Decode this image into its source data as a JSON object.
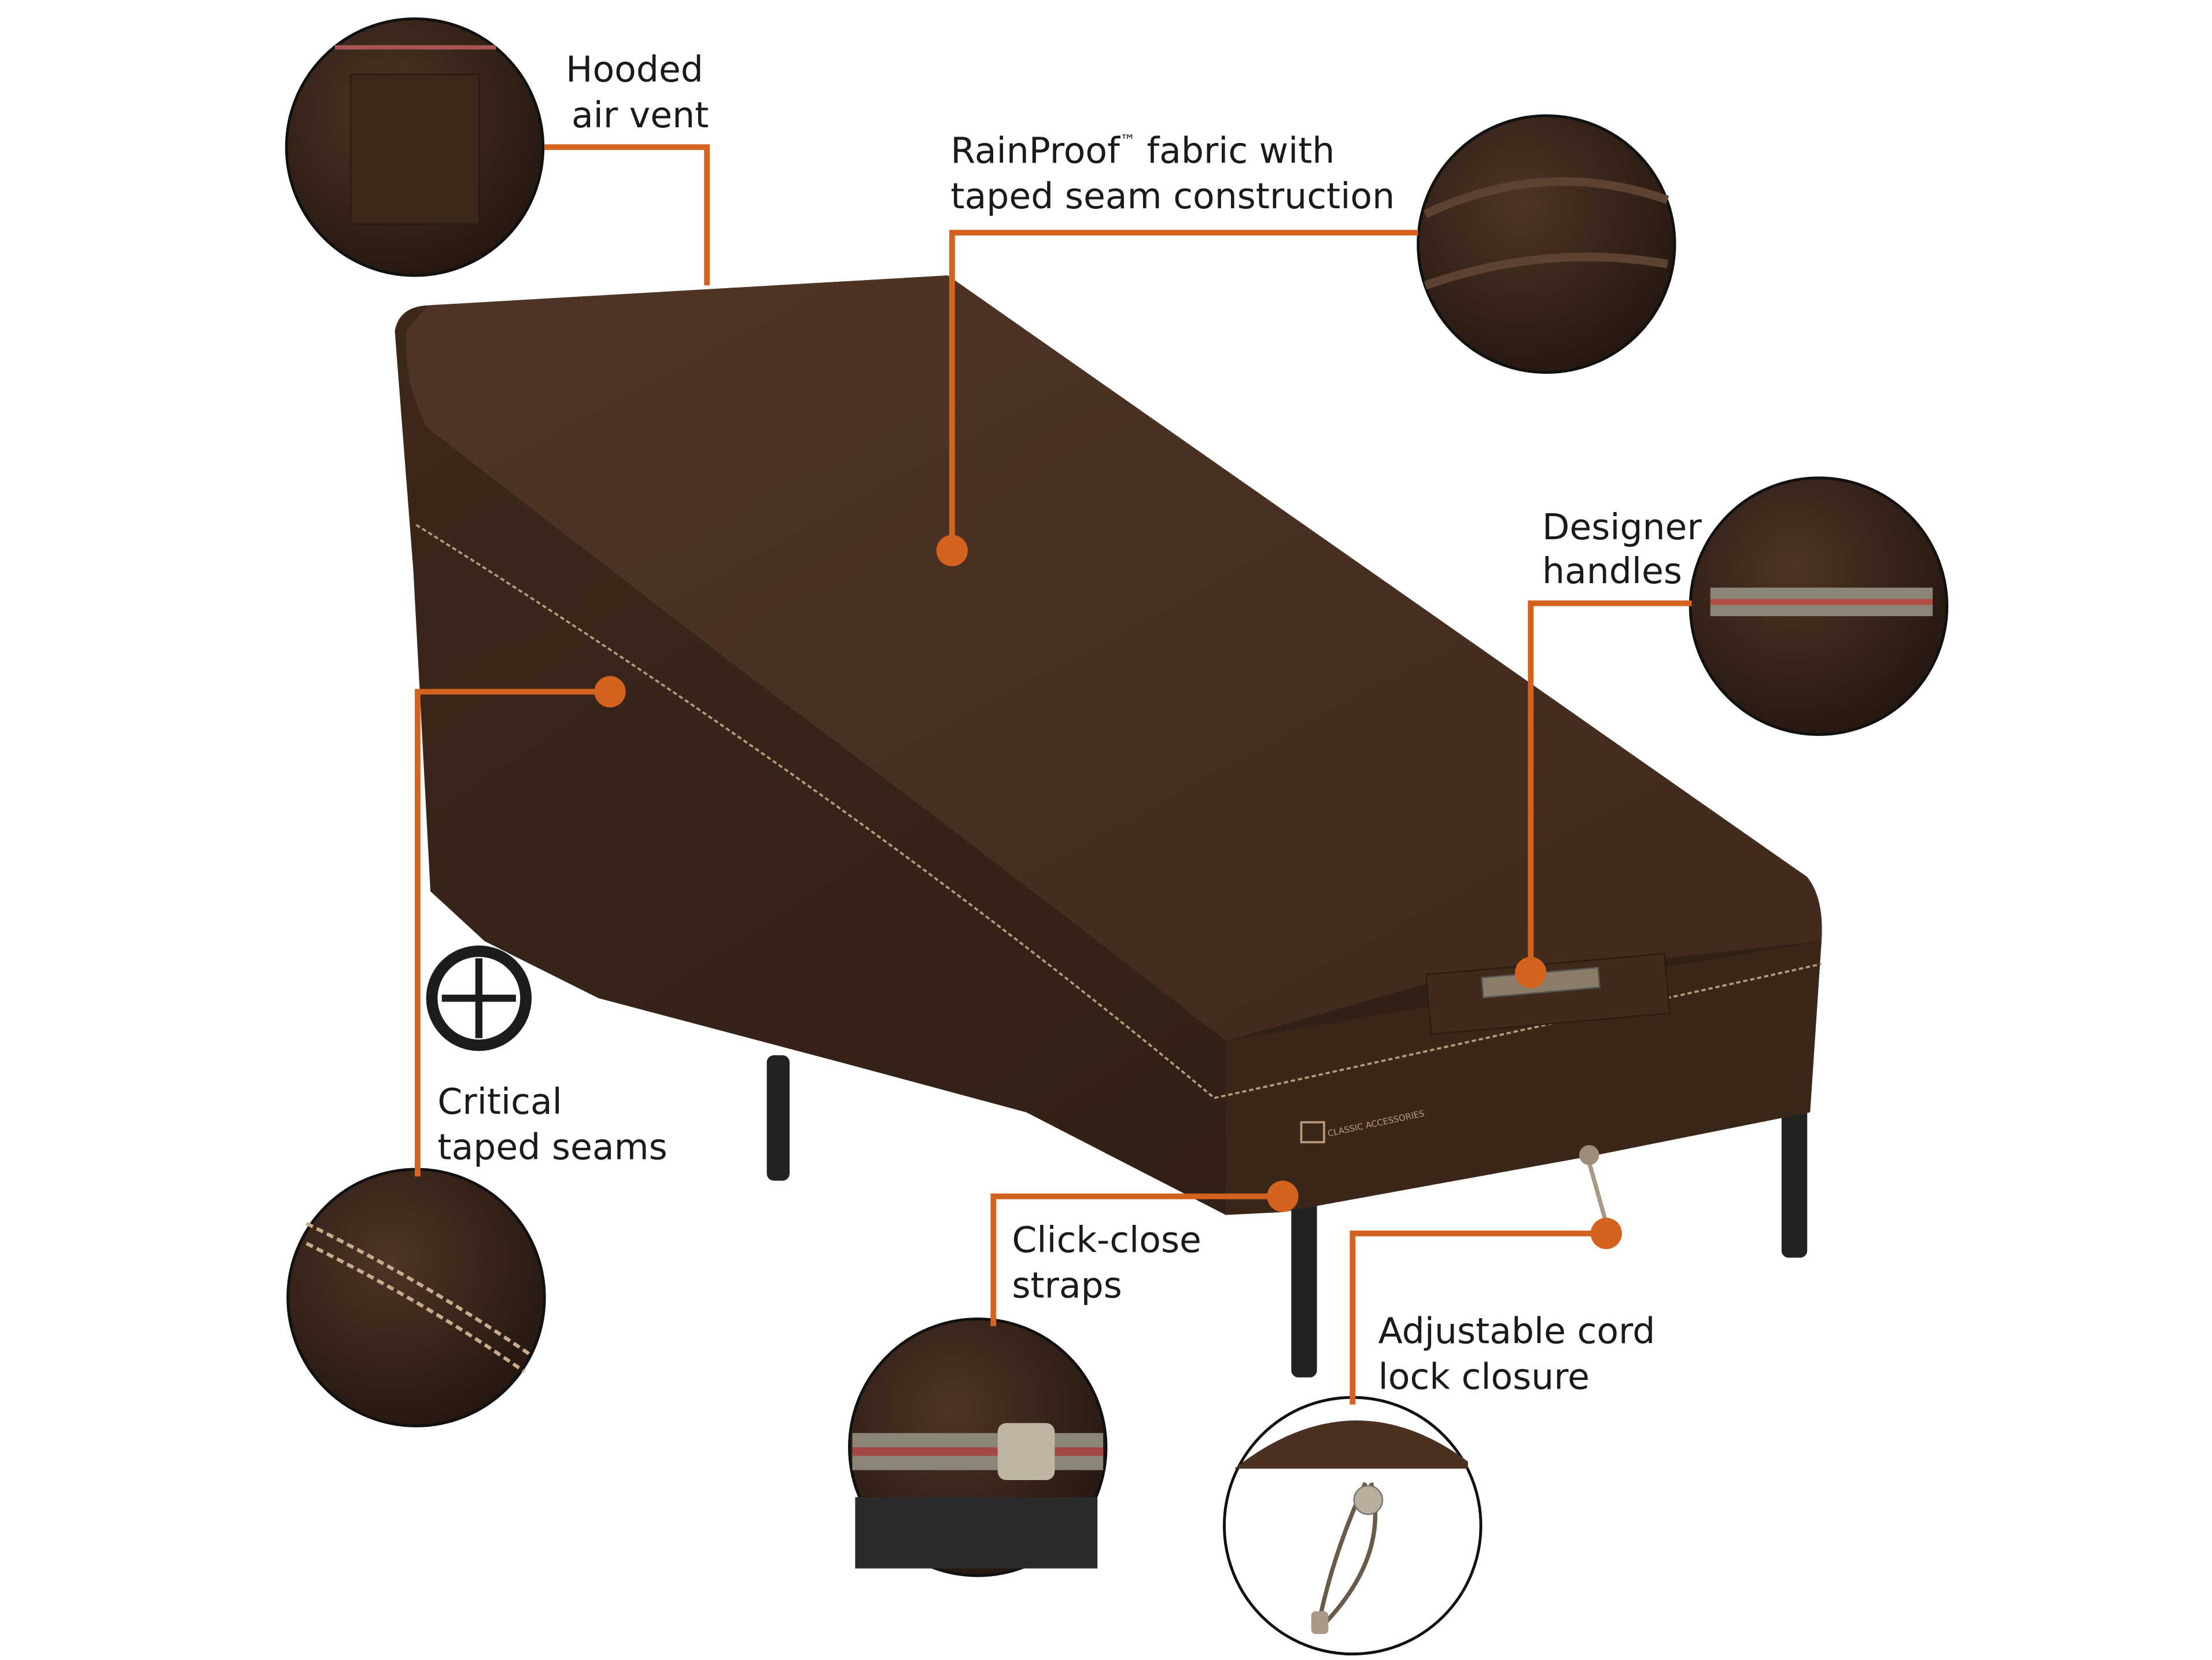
{
  "callouts": {
    "vent": {
      "line1": "Hooded",
      "line2": "air vent"
    },
    "fabric": {
      "line1": "RainProof",
      "trademark": "™",
      "line1b": " fabric with",
      "line2": "taped seam construction"
    },
    "handles": {
      "line1": "Designer",
      "line2": "handles"
    },
    "seams": {
      "line1": "Critical",
      "line2": "taped seams"
    },
    "straps": {
      "line1": "Click-close",
      "line2": "straps"
    },
    "cord": {
      "line1": "Adjustable cord",
      "line2": "lock closure"
    }
  },
  "brand_logo_text": "CLASSIC ACCESSORIES",
  "colors": {
    "accent": "#d4631f",
    "fabric": "#4a3122",
    "fabric_dark": "#3a2518",
    "trim": "#b99a7c"
  }
}
